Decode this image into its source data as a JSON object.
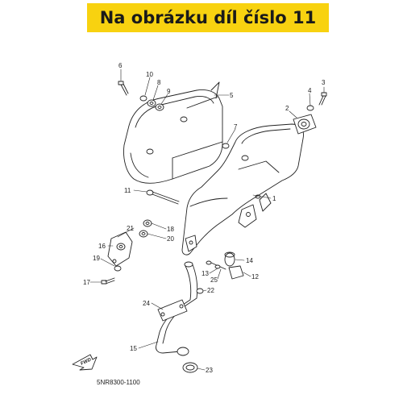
{
  "banner": {
    "text": "Na obrázku díl číslo 11",
    "background": "#f8d210"
  },
  "footer": {
    "code": "5NR8300-1100"
  },
  "fwd": "FWD",
  "callouts": {
    "c1": "1",
    "c2": "2",
    "c3": "3",
    "c4": "4",
    "c5": "5",
    "c6": "6",
    "c7": "7",
    "c8": "8",
    "c9": "9",
    "c10": "10",
    "c11": "11",
    "c12": "12",
    "c13": "13",
    "c14": "14",
    "c15": "15",
    "c16": "16",
    "c17": "17",
    "c18": "18",
    "c19": "19",
    "c20": "20",
    "c21": "21",
    "c22": "22",
    "c23": "23",
    "c24": "24",
    "c25": "25"
  }
}
